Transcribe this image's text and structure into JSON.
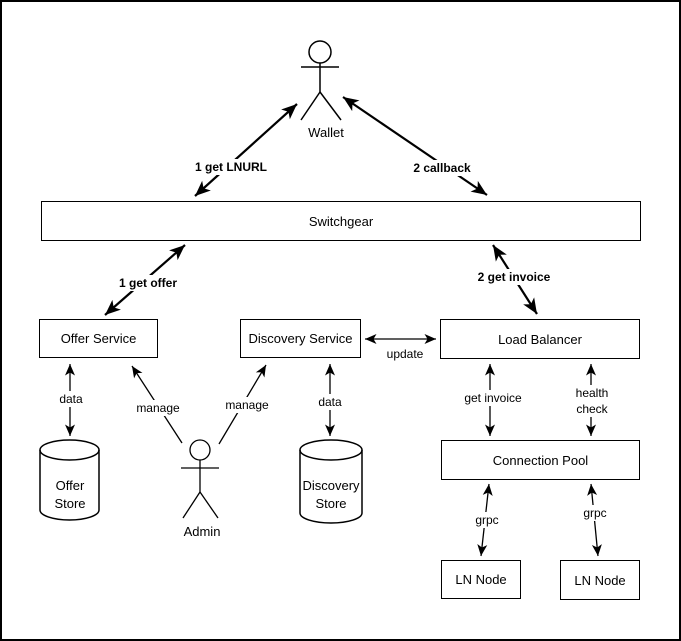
{
  "diagram": {
    "nodes": {
      "wallet": "Wallet",
      "switchgear": "Switchgear",
      "offer_service": "Offer Service",
      "discovery_service": "Discovery Service",
      "load_balancer": "Load Balancer",
      "connection_pool": "Connection Pool",
      "ln_node_left": "LN Node",
      "ln_node_right": "LN Node",
      "admin": "Admin",
      "offer_store_line1": "Offer",
      "offer_store_line2": "Store",
      "discovery_store_line1": "Discovery",
      "discovery_store_line2": "Store"
    },
    "edges": {
      "get_lnurl": "1 get LNURL",
      "callback": "2 callback",
      "get_offer": "1 get offer",
      "get_invoice_step": "2 get invoice",
      "offer_data": "data",
      "manage_offer": "manage",
      "manage_discovery": "manage",
      "discovery_data": "data",
      "update": "update",
      "get_invoice": "get invoice",
      "health_check_line1": "health",
      "health_check_line2": "check",
      "grpc_left": "grpc",
      "grpc_right": "grpc"
    },
    "colors": {
      "stroke": "#000000",
      "fill": "#ffffff"
    }
  }
}
